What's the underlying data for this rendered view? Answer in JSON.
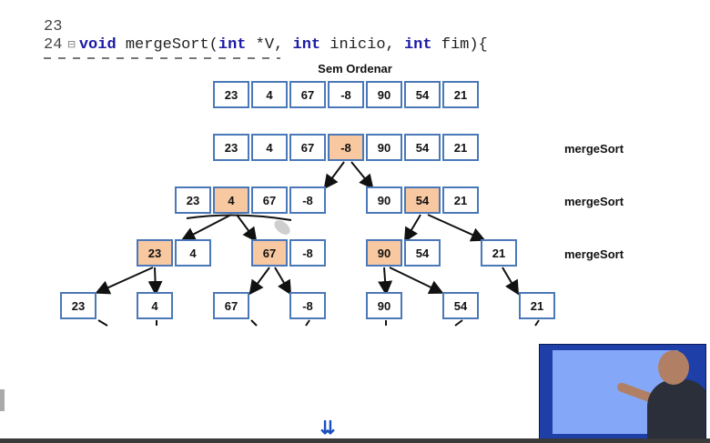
{
  "code": {
    "line1": {
      "num": "23"
    },
    "line2": {
      "num": "24",
      "kw_void": "void",
      "fn": " mergeSort(",
      "kw_int1": "int",
      "p1": " *V, ",
      "kw_int2": "int",
      "p2": " inicio, ",
      "kw_int3": "int",
      "p3": " fim){"
    }
  },
  "diagram": {
    "title": "Sem Ordenar",
    "row0": [
      "23",
      "4",
      "67",
      "-8",
      "90",
      "54",
      "21"
    ],
    "row1": [
      "23",
      "4",
      "67",
      "-8",
      "90",
      "54",
      "21"
    ],
    "row2_left": [
      "23",
      "4",
      "67",
      "-8"
    ],
    "row2_right": [
      "90",
      "54",
      "21"
    ],
    "row3": [
      [
        "23",
        "4"
      ],
      [
        "67",
        "-8"
      ],
      [
        "90",
        "54"
      ],
      [
        "21"
      ]
    ],
    "row4": [
      "23",
      "4",
      "67",
      "-8",
      "90",
      "54",
      "21"
    ],
    "labels": [
      "mergeSort",
      "mergeSort",
      "mergeSort"
    ]
  },
  "controls": {
    "down_glyph": "⇊"
  },
  "colors": {
    "cell_border": "#4a78b8",
    "highlight": "#f8c8a0"
  }
}
